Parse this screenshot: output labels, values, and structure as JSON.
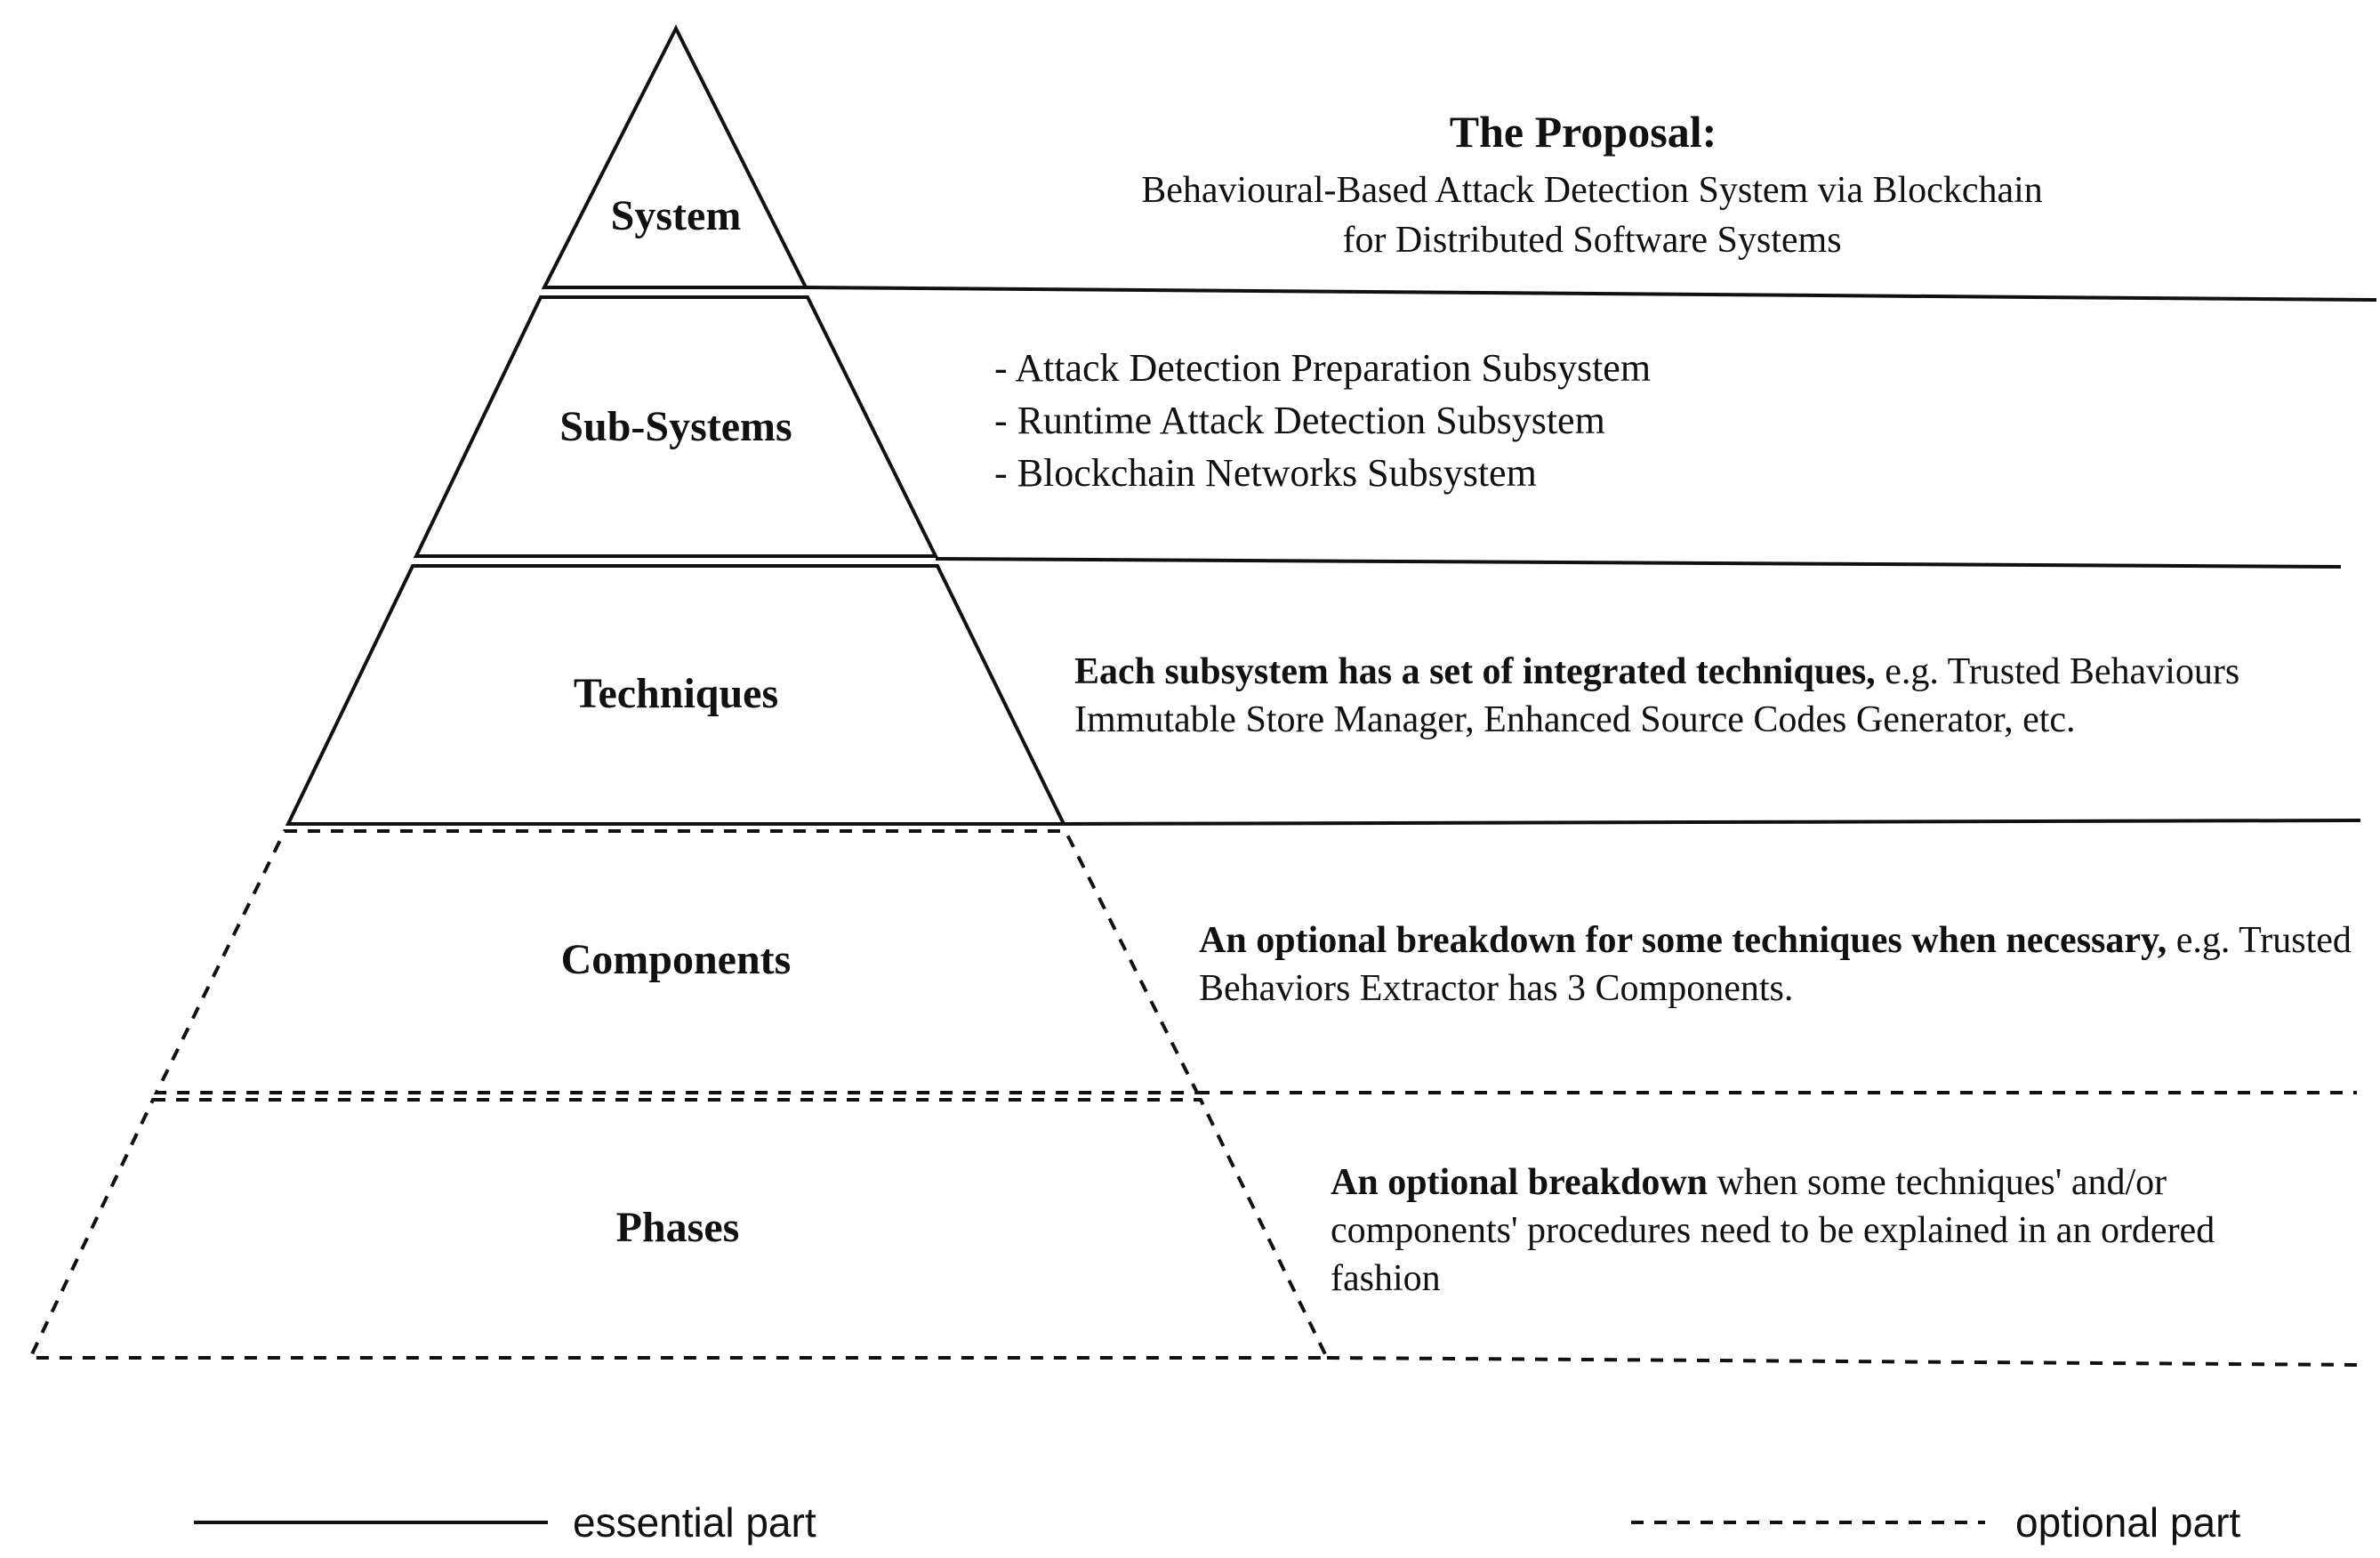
{
  "levels": {
    "system": "System",
    "subsystems": "Sub-Systems",
    "techniques": "Techniques",
    "components": "Components",
    "phases": "Phases"
  },
  "proposal": {
    "title": "The Proposal:",
    "line1": "Behavioural-Based Attack Detection System via Blockchain",
    "line2": "for Distributed Software Systems"
  },
  "subsystems": {
    "items": [
      "- Attack Detection Preparation Subsystem",
      "- Runtime Attack Detection Subsystem",
      "- Blockchain Networks Subsystem"
    ]
  },
  "techniques": {
    "bold": "Each subsystem has a set of integrated techniques,",
    "rest": " e.g. Trusted Behaviours Immutable Store Manager, Enhanced Source Codes Generator, etc."
  },
  "components": {
    "bold": "An optional breakdown for some techniques when necessary,",
    "rest": " e.g. Trusted Behaviors Extractor has 3 Components."
  },
  "phases": {
    "bold": "An optional breakdown",
    "rest": " when some techniques' and/or components' procedures need to be explained in an ordered fashion"
  },
  "legend": {
    "essential": "essential part",
    "optional": "optional part"
  }
}
